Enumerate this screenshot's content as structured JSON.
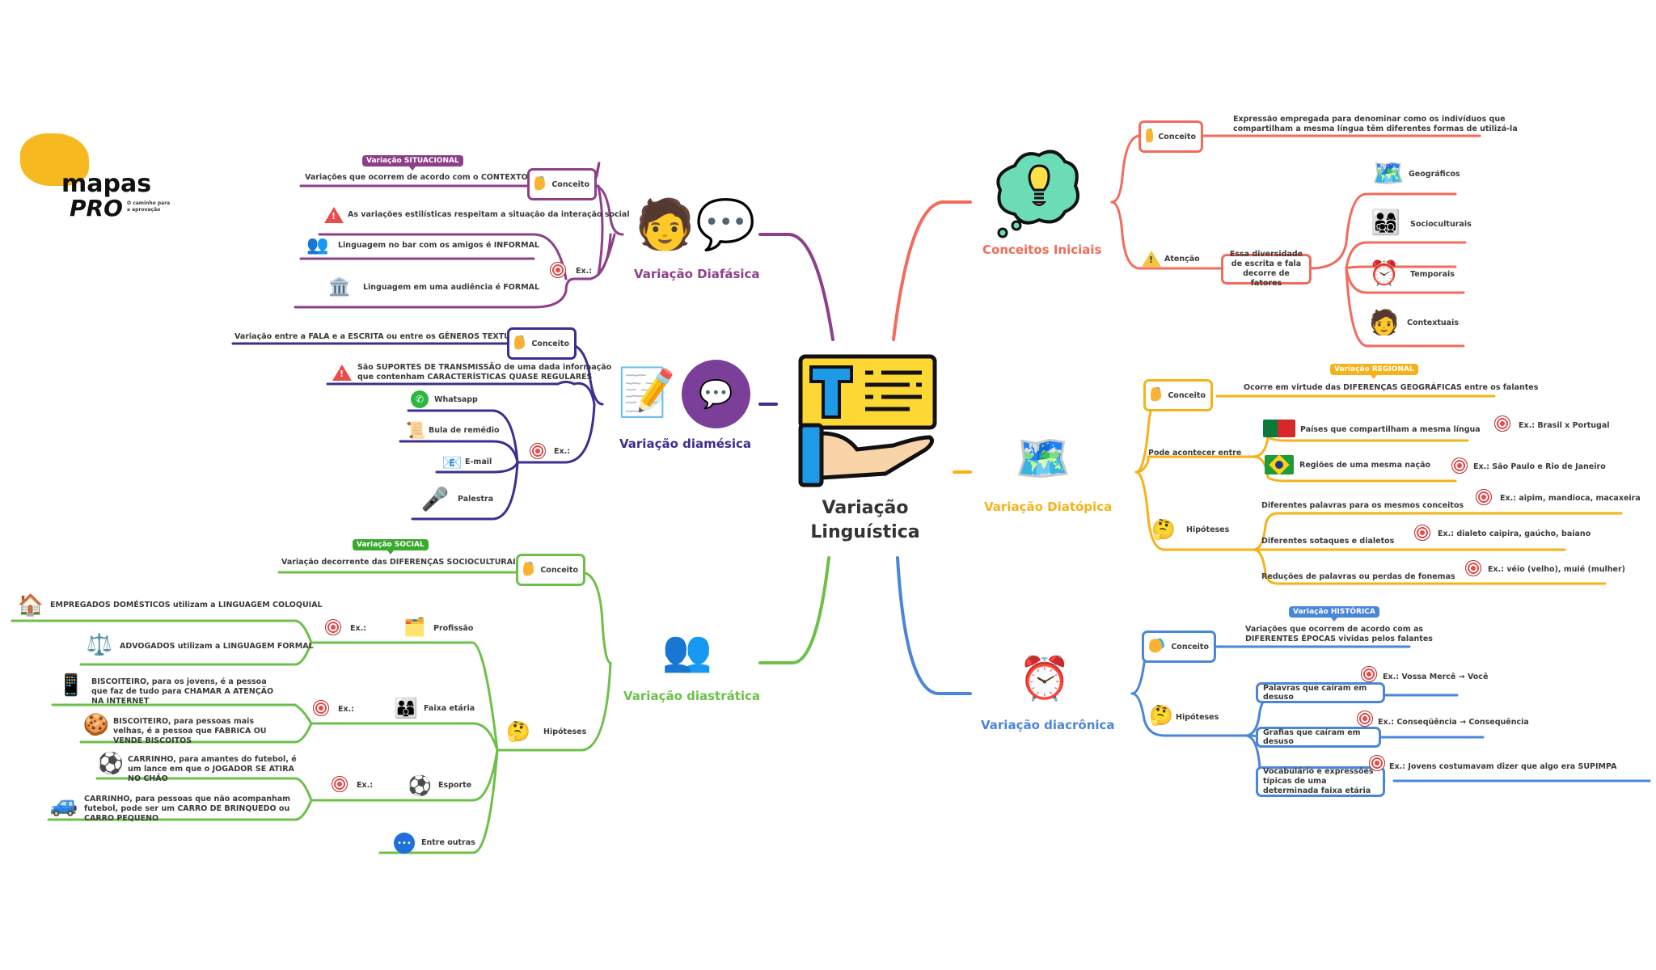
{
  "logo": {
    "brand": "mapas",
    "brand2": "PRO",
    "tagline_1": "O caminho para",
    "tagline_2": "a aprovação"
  },
  "center": {
    "title_1": "Variação",
    "title_2": "Linguística"
  },
  "colors": {
    "diafasica": "#8e3f8a",
    "diamesica": "#3b2f8f",
    "diastratica": "#6cc04a",
    "conceitos": "#f26b5b",
    "diatopica": "#f5b21a",
    "diacronica": "#4a86d8"
  },
  "diafasica": {
    "title": "Variação Diafásica",
    "tag": "Variação SITUACIONAL",
    "conceito_label": "Conceito",
    "conceito_text": "Variações que ocorrem de acordo com o CONTEXTO",
    "warning": "As variações estilísticas respeitam a situação da interação social",
    "ex_label": "Ex.:",
    "examples": [
      "Linguagem no bar com os amigos é INFORMAL",
      "Linguagem em uma audiência é FORMAL"
    ]
  },
  "diamesica": {
    "title": "Variação diamésica",
    "conceito_label": "Conceito",
    "conceito_text": "Variação entre a FALA e a ESCRITA ou entre os GÊNEROS TEXTUAIS",
    "warning_1": "São SUPORTES DE TRANSMISSÃO de uma dada informação",
    "warning_2": "que contenham CARACTERÍSTICAS QUASE REGULARES",
    "ex_label": "Ex.:",
    "examples": [
      "Whatsapp",
      "Bula de remédio",
      "E-mail",
      "Palestra"
    ]
  },
  "diastratica": {
    "title": "Variação diastrática",
    "tag": "Variação SOCIAL",
    "conceito_label": "Conceito",
    "conceito_text": "Variação decorrente das DIFERENÇAS SOCIOCULTURAIS",
    "hipoteses_label": "Hipóteses",
    "groups": [
      {
        "label": "Profissão",
        "ex": "Ex.:",
        "items": [
          "EMPREGADOS DOMÉSTICOS utilizam a LINGUAGEM COLOQUIAL",
          "ADVOGADOS utilizam a LINGUAGEM FORMAL"
        ]
      },
      {
        "label": "Faixa etária",
        "ex": "Ex.:",
        "items": [
          "BISCOITEIRO, para os jovens, é a pessoa que faz de tudo para CHAMAR A ATENÇÃO NA INTERNET",
          "BISCOITEIRO, para pessoas mais velhas, é a pessoa que FABRICA OU VENDE BISCOITOS"
        ]
      },
      {
        "label": "Esporte",
        "ex": "Ex.:",
        "items": [
          "CARRINHO, para amantes do futebol, é um lance em que o JOGADOR SE ATIRA NO CHÃO",
          "CARRINHO, para pessoas que não acompanham futebol, pode ser um CARRO DE BRINQUEDO ou CARRO PEQUENO"
        ]
      },
      {
        "label": "Entre outras"
      }
    ]
  },
  "conceitos": {
    "title": "Conceitos Iniciais",
    "conceito_label": "Conceito",
    "conceito_text_1": "Expressão empregada para denominar como os indivíduos que",
    "conceito_text_2": "compartilham a mesma língua têm diferentes formas de utilizá-la",
    "atencao_label": "Atenção",
    "atencao_box": "Essa diversidade de escrita e fala decorre de fatores",
    "fatores": [
      "Geográficos",
      "Socioculturais",
      "Temporais",
      "Contextuais"
    ]
  },
  "diatopica": {
    "title": "Variação Diatópica",
    "tag": "Variação REGIONAL",
    "conceito_label": "Conceito",
    "conceito_text": "Ocorre em virtude das DIFERENÇAS GEOGRÁFICAS entre os falantes",
    "pode_label": "Pode acontecer entre",
    "pode_items": [
      {
        "text": "Países que compartilham a mesma língua",
        "ex": "Ex.: Brasil x Portugal"
      },
      {
        "text": "Regiões de uma mesma nação",
        "ex": "Ex.: São Paulo e Rio de Janeiro"
      }
    ],
    "hipoteses_label": "Hipóteses",
    "hipoteses": [
      {
        "text": "Diferentes palavras para os mesmos conceitos",
        "ex": "Ex.: aipim, mandioca, macaxeira"
      },
      {
        "text": "Diferentes sotaques e dialetos",
        "ex": "Ex.: dialeto caipira, gaúcho, baiano"
      },
      {
        "text": "Reduções de palavras ou perdas de fonemas",
        "ex": "Ex.: véio (velho), muié (mulher)"
      }
    ]
  },
  "diacronica": {
    "title": "Variação diacrônica",
    "tag": "Variação HISTÓRICA",
    "conceito_label": "Conceito",
    "conceito_text_1": "Variações que ocorrem de acordo com as",
    "conceito_text_2": "DIFERENTES ÉPOCAS vividas pelos falantes",
    "hipoteses_label": "Hipóteses",
    "hipoteses": [
      {
        "text": "Palavras que caíram em desuso",
        "ex": "Ex.:  Vossa Mercê → Você"
      },
      {
        "text": "Grafias que caíram em desuso",
        "ex": "Ex.: Conseqüência → Consequência"
      },
      {
        "text": "Vocabulário e expressões típicas de uma determinada faixa etária",
        "ex": "Ex.: Jovens costumavam dizer que algo era SUPIMPA"
      }
    ]
  }
}
